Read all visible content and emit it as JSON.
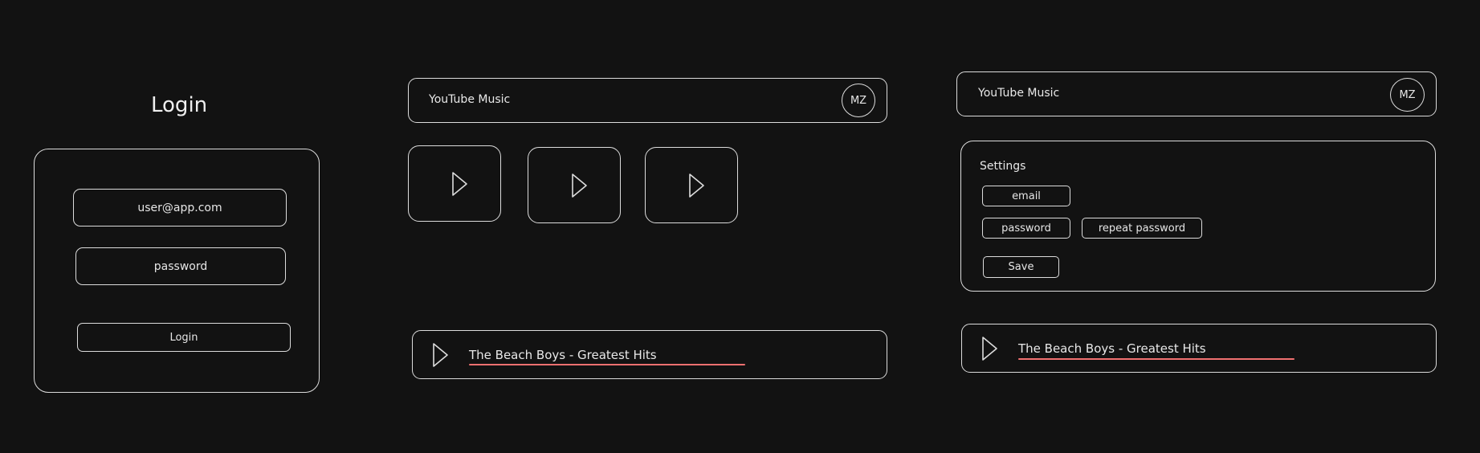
{
  "login": {
    "title": "Login",
    "email_value": "user@app.com",
    "password_placeholder": "password",
    "button_label": "Login"
  },
  "home": {
    "app_title": "YouTube Music",
    "avatar_initials": "MZ",
    "tiles": [
      {
        "icon": "play-icon"
      },
      {
        "icon": "play-icon"
      },
      {
        "icon": "play-icon"
      }
    ],
    "player": {
      "icon": "play-icon",
      "track": "The Beach Boys - Greatest Hits"
    }
  },
  "settings_screen": {
    "app_title": "YouTube Music",
    "avatar_initials": "MZ",
    "settings": {
      "title": "Settings",
      "email_placeholder": "email",
      "password_placeholder": "password",
      "repeat_password_placeholder": "repeat password",
      "save_label": "Save"
    },
    "player": {
      "icon": "play-icon",
      "track": "The Beach Boys - Greatest Hits"
    }
  },
  "colors": {
    "background": "#121212",
    "stroke": "#dcdcdc",
    "text": "#e8e8e8",
    "progress_accent": "#f07070"
  }
}
